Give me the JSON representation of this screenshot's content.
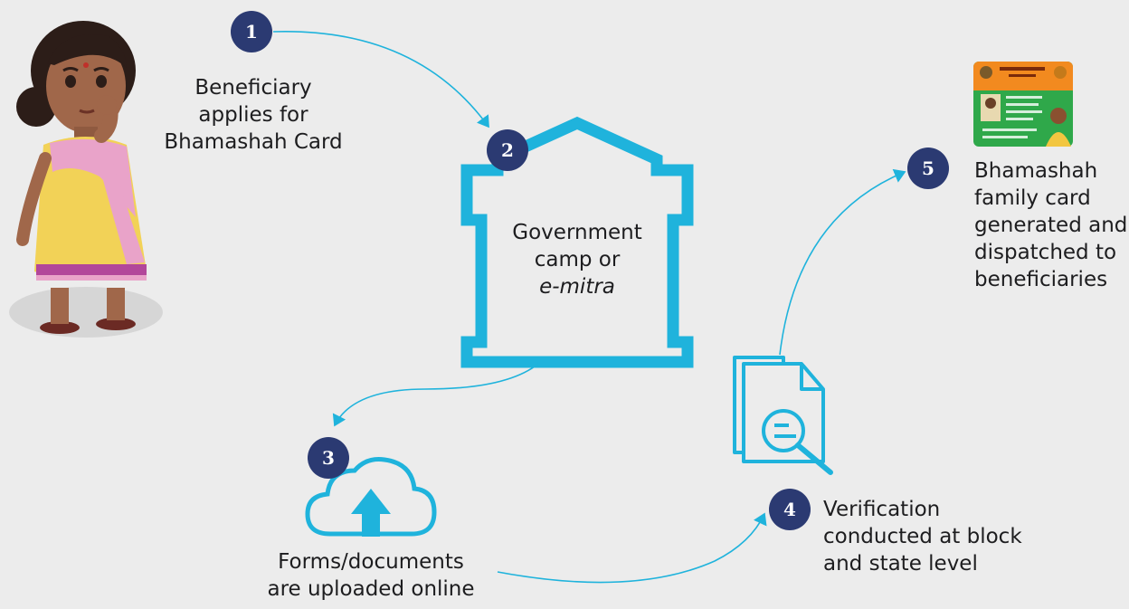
{
  "steps": [
    {
      "num": "1",
      "line1": "Beneficiary",
      "line2": "applies for",
      "line3": "Bhamashah Card"
    },
    {
      "num": "2",
      "line1": "Government",
      "line2": "camp or",
      "line3": "e-mitra"
    },
    {
      "num": "3",
      "line1": "Forms/documents",
      "line2": "are uploaded online"
    },
    {
      "num": "4",
      "line1": "Verification",
      "line2": "conducted at block",
      "line3": "and state level"
    },
    {
      "num": "5",
      "line1": "Bhamashah",
      "line2": "family card",
      "line3": "generated and",
      "line4": "dispatched to",
      "line5": "beneficiaries"
    }
  ],
  "colors": {
    "accent": "#1fb3dc",
    "badge": "#2b3a72",
    "background": "#ececec",
    "text": "#1d1d1f"
  },
  "icons": {
    "step1": "woman-beneficiary-icon",
    "step2": "house-outline-icon",
    "step3": "cloud-upload-icon",
    "step4": "document-search-icon",
    "step5": "bhamashah-card-image"
  }
}
